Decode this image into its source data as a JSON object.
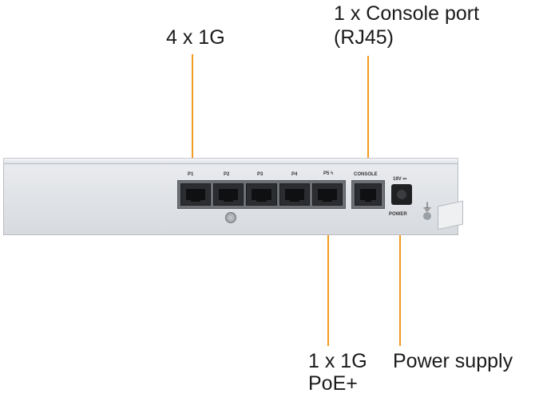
{
  "callouts": {
    "ports_1g": "4 x 1G",
    "console_line1": "1 x Console port",
    "console_line2": "(RJ45)",
    "poe_line1": "1 x 1G",
    "poe_line2": "PoE+",
    "power": "Power supply"
  },
  "device_labels": {
    "p1": "P1",
    "p2": "P2",
    "p3": "P3",
    "p4": "P4",
    "p5": "P5 ϟ",
    "console": "CONSOLE",
    "voltage": "19V ⎓",
    "power": "POWER"
  },
  "colors": {
    "callout_line": "#f29a1f"
  },
  "icons": [
    "ground-icon"
  ]
}
